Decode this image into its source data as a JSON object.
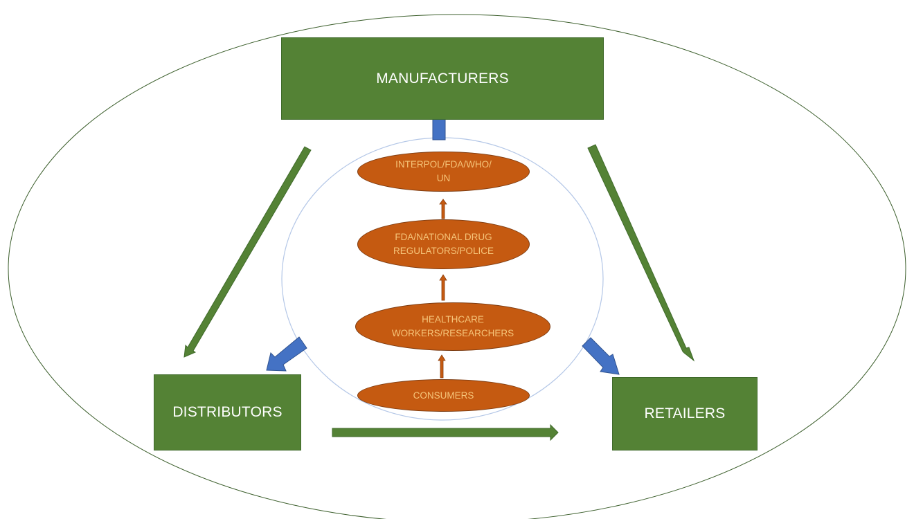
{
  "colors": {
    "green": "#548235",
    "blue": "#4472c4",
    "orange": "#c55a11",
    "node_text": "#f6c57a",
    "outline": "#3b5e2b",
    "inner_circle": "#b4c7e7"
  },
  "stakeholders": {
    "manufacturers": "MANUFACTURERS",
    "distributors": "DISTRIBUTORS",
    "retailers": "RETAILERS"
  },
  "hierarchy": [
    {
      "id": "interpol",
      "lines": [
        "INTERPOL/FDA/WHO/",
        "UN"
      ]
    },
    {
      "id": "regulators",
      "lines": [
        "FDA/NATIONAL DRUG",
        "REGULATORS/POLICE"
      ]
    },
    {
      "id": "healthcare",
      "lines": [
        "HEALTHCARE",
        "WORKERS/RESEARCHERS"
      ]
    },
    {
      "id": "consumers",
      "lines": [
        "CONSUMERS"
      ]
    }
  ]
}
